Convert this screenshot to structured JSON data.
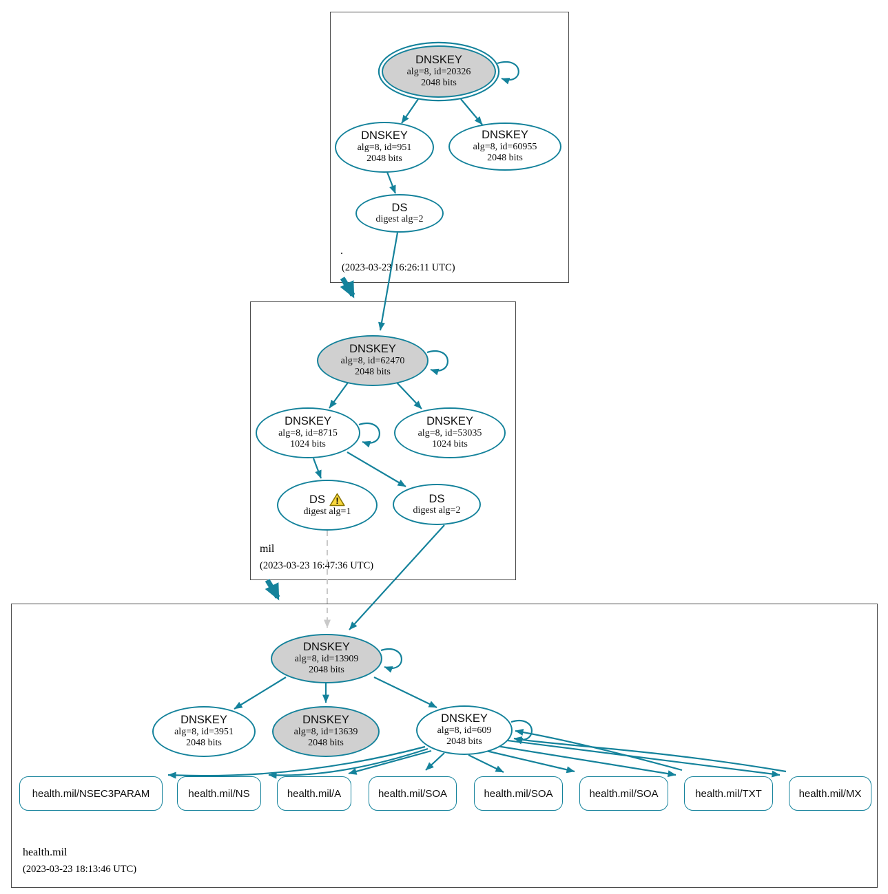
{
  "colors": {
    "edge_secure": "#14829B",
    "ksk_fill": "#d0d0d0",
    "node_fill": "#ffffff",
    "edge_insecure": "#c9c9c9",
    "warning_fill": "#f8d73e",
    "warning_border": "#8a7500",
    "zone_box_border": "#4a4a4a"
  },
  "zones": {
    "root": {
      "name": ".",
      "timestamp": "(2023-03-23 16:26:11 UTC)"
    },
    "mil": {
      "name": "mil",
      "timestamp": "(2023-03-23 16:47:36 UTC)"
    },
    "healthmil": {
      "name": "health.mil",
      "timestamp": "(2023-03-23 18:13:46 UTC)"
    }
  },
  "nodes": [
    {
      "id": "dnskey-20326",
      "zone": "root",
      "type": "ksk-sep",
      "title": "DNSKEY",
      "detail": "alg=8, id=20326",
      "bits": "2048 bits"
    },
    {
      "id": "dnskey-951",
      "zone": "root",
      "type": "zsk",
      "title": "DNSKEY",
      "detail": "alg=8, id=951",
      "bits": "2048 bits"
    },
    {
      "id": "dnskey-60955",
      "zone": "root",
      "type": "zsk",
      "title": "DNSKEY",
      "detail": "alg=8, id=60955",
      "bits": "2048 bits"
    },
    {
      "id": "ds-root",
      "zone": "root",
      "type": "ds",
      "title": "DS",
      "detail": "digest alg=2"
    },
    {
      "id": "dnskey-62470",
      "zone": "mil",
      "type": "ksk",
      "title": "DNSKEY",
      "detail": "alg=8, id=62470",
      "bits": "2048 bits"
    },
    {
      "id": "dnskey-8715",
      "zone": "mil",
      "type": "zsk",
      "title": "DNSKEY",
      "detail": "alg=8, id=8715",
      "bits": "1024 bits"
    },
    {
      "id": "dnskey-53035",
      "zone": "mil",
      "type": "zsk",
      "title": "DNSKEY",
      "detail": "alg=8, id=53035",
      "bits": "1024 bits"
    },
    {
      "id": "ds-mil-alg1",
      "zone": "mil",
      "type": "ds",
      "title": "DS",
      "detail": "digest alg=1",
      "warning_icon": "warning-triangle-icon"
    },
    {
      "id": "ds-mil-alg2",
      "zone": "mil",
      "type": "ds",
      "title": "DS",
      "detail": "digest alg=2"
    },
    {
      "id": "dnskey-13909",
      "zone": "healthmil",
      "type": "ksk",
      "title": "DNSKEY",
      "detail": "alg=8, id=13909",
      "bits": "2048 bits"
    },
    {
      "id": "dnskey-3951",
      "zone": "healthmil",
      "type": "zsk",
      "title": "DNSKEY",
      "detail": "alg=8, id=3951",
      "bits": "2048 bits"
    },
    {
      "id": "dnskey-13639",
      "zone": "healthmil",
      "type": "ksk",
      "title": "DNSKEY",
      "detail": "alg=8, id=13639",
      "bits": "2048 bits"
    },
    {
      "id": "dnskey-609",
      "zone": "healthmil",
      "type": "zsk",
      "title": "DNSKEY",
      "detail": "alg=8, id=609",
      "bits": "2048 bits"
    }
  ],
  "rrsets": [
    {
      "id": "rrset-nsec3param",
      "label": "health.mil/NSEC3PARAM"
    },
    {
      "id": "rrset-ns",
      "label": "health.mil/NS"
    },
    {
      "id": "rrset-a",
      "label": "health.mil/A"
    },
    {
      "id": "rrset-soa-1",
      "label": "health.mil/SOA"
    },
    {
      "id": "rrset-soa-2",
      "label": "health.mil/SOA"
    },
    {
      "id": "rrset-soa-3",
      "label": "health.mil/SOA"
    },
    {
      "id": "rrset-txt",
      "label": "health.mil/TXT"
    },
    {
      "id": "rrset-mx",
      "label": "health.mil/MX"
    }
  ]
}
